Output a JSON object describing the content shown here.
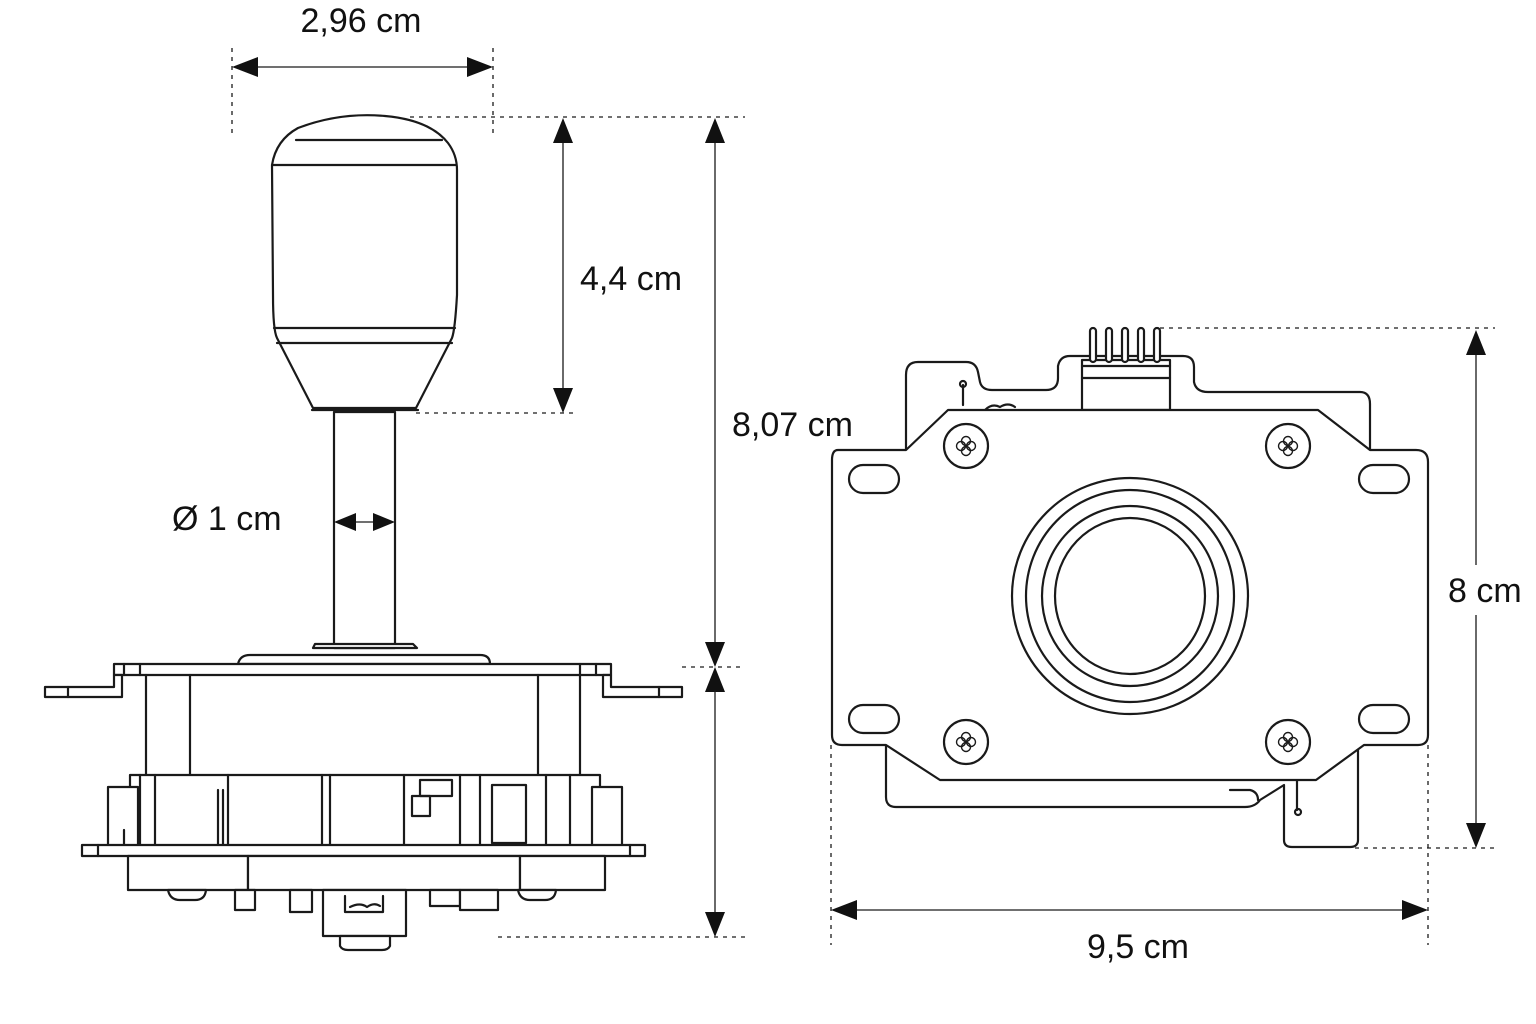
{
  "title": "Arcade joystick dimensions",
  "views": {
    "side_view": "side-view",
    "top_view": "top-view"
  },
  "dimensions": {
    "knob_width": "2,96 cm",
    "knob_height": "4,4 cm",
    "total_height": "8,07 cm",
    "shaft_diameter": "Ø 1 cm",
    "plate_height": "8 cm",
    "plate_width": "9,5 cm"
  },
  "colors": {
    "line": "#1a1a1a",
    "background": "#ffffff"
  }
}
